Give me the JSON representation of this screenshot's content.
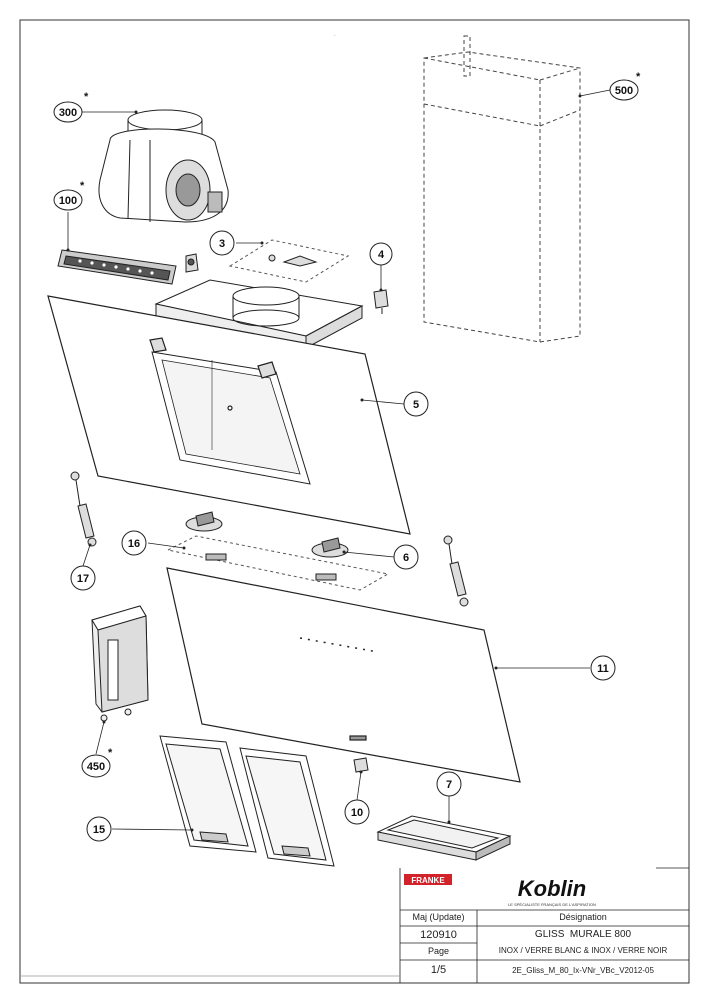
{
  "callouts": [
    {
      "id": "300",
      "star": true
    },
    {
      "id": "100",
      "star": true
    },
    {
      "id": "3",
      "star": false
    },
    {
      "id": "4",
      "star": false
    },
    {
      "id": "500",
      "star": true
    },
    {
      "id": "5",
      "star": false
    },
    {
      "id": "16",
      "star": false
    },
    {
      "id": "6",
      "star": false
    },
    {
      "id": "17",
      "star": false
    },
    {
      "id": "11",
      "star": false
    },
    {
      "id": "450",
      "star": true
    },
    {
      "id": "7",
      "star": false
    },
    {
      "id": "10",
      "star": false
    },
    {
      "id": "15",
      "star": false
    }
  ],
  "title_block": {
    "brand_logo": "FRANKE",
    "maker_logo": "Koblin",
    "maker_tagline": "LE SPÉCIALISTE FRANÇAIS DE L'ASPIRATION",
    "maj_label": "Maj (Update)",
    "designation_label": "Désignation",
    "update_value": "120910",
    "product_name": "GLISS  MURALE 800",
    "product_variants": "INOX / VERRE BLANC & INOX / VERRE NOIR",
    "page_label": "Page",
    "page_value": "1/5",
    "doc_ref": "2E_Gliss_M_80_Ix-VNr_VBc_V2012-05"
  },
  "colors": {
    "line": "#222222",
    "dash": "#555555",
    "brand_red": "#d2232a"
  }
}
